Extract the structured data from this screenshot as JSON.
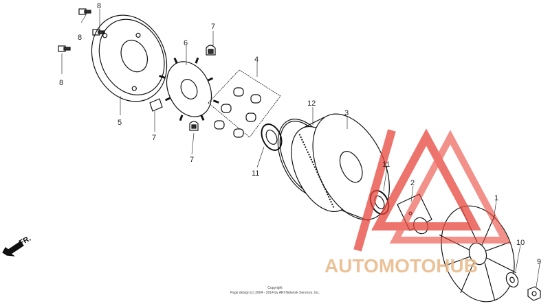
{
  "callouts": {
    "c1": "1",
    "c2": "2",
    "c3": "3",
    "c4": "4",
    "c5": "5",
    "c6": "6",
    "c7a": "7",
    "c7b": "7",
    "c7c": "7",
    "c8a": "8",
    "c8b": "8",
    "c8c": "8",
    "c9": "9",
    "c10": "10",
    "c11a": "11",
    "c11b": "11",
    "c12": "12"
  },
  "direction_label": "FR.",
  "copyright": {
    "line1": "Copyright",
    "line2": "Page design (c) 2004 - 2014 by ARI Network Services, Inc."
  },
  "watermark": {
    "text": "AUTOMOTOHUB",
    "color": "#e8463c",
    "text_color": "#e8b887"
  }
}
